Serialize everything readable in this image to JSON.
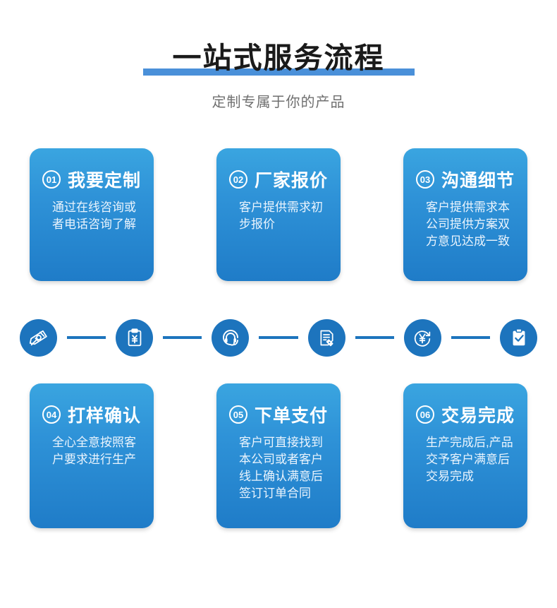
{
  "header": {
    "title": "一站式服务流程",
    "subtitle": "定制专属于你的产品",
    "accent_color": "#4a90d9",
    "title_color": "#1a1a1a",
    "subtitle_color": "#6f6f6f"
  },
  "theme": {
    "card_gradient_top": "#3aa5e0",
    "card_gradient_bottom": "#1f7cc8",
    "icon_circle_color": "#1d74bd",
    "connector_color": "#1d74bd",
    "card_text_color": "#ffffff",
    "card_body_color": "#eaf4fd"
  },
  "steps_top": [
    {
      "number": "01",
      "title": "我要定制",
      "body": "通过在线咨询或者电话咨询了解"
    },
    {
      "number": "02",
      "title": "厂家报价",
      "body": "客户提供需求初步报价"
    },
    {
      "number": "03",
      "title": "沟通细节",
      "body": "客户提供需求本公司提供方案双方意见达成一致"
    }
  ],
  "steps_bottom": [
    {
      "number": "04",
      "title": "打样确认",
      "body": "全心全意按照客户要求进行生产"
    },
    {
      "number": "05",
      "title": "下单支付",
      "body": "客户可直接找到本公司或者客户线上确认满意后签订订单合同"
    },
    {
      "number": "06",
      "title": "交易完成",
      "body": "生产完成后,产品交予客户满意后交易完成"
    }
  ],
  "icon_strip": [
    {
      "name": "design-tools-icon"
    },
    {
      "name": "clipboard-yen-quote-icon"
    },
    {
      "name": "headset-support-icon"
    },
    {
      "name": "document-tag-sample-icon"
    },
    {
      "name": "yen-payment-refresh-icon"
    },
    {
      "name": "clipboard-check-icon"
    }
  ]
}
